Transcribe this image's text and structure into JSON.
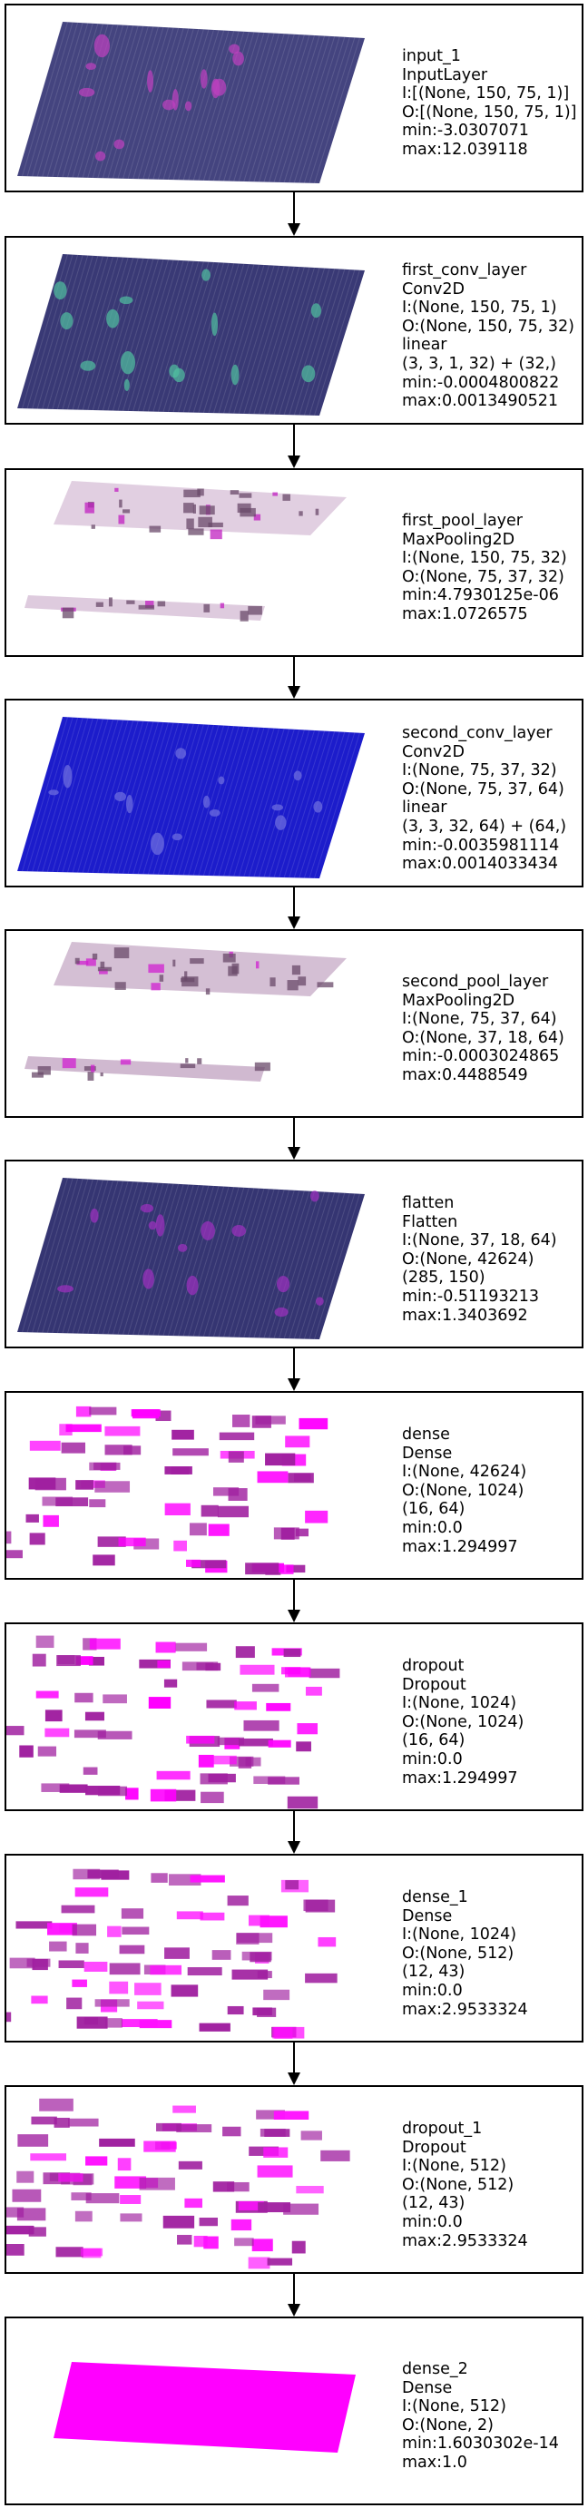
{
  "layers": [
    {
      "name": "input_1",
      "type": "InputLayer",
      "lines": [
        "input_1",
        "InputLayer",
        "I:[(None, 150, 75, 1)]",
        "O:[(None, 150, 75, 1)]",
        "min:-3.0307071",
        "max:12.039118"
      ],
      "fill": "#3a3a78",
      "accent": "#c040c0",
      "style": "grid"
    },
    {
      "name": "first_conv_layer",
      "type": "Conv2D",
      "lines": [
        "first_conv_layer",
        "Conv2D",
        "I:(None, 150, 75, 1)",
        "O:(None, 150, 75, 32)",
        "linear",
        "(3, 3, 1, 32) + (32,)",
        "min:-0.0004800822",
        "max:0.0013490521"
      ],
      "fill": "#2e2e6e",
      "accent": "#50c0a0",
      "style": "grid"
    },
    {
      "name": "first_pool_layer",
      "type": "MaxPooling2D",
      "lines": [
        "first_pool_layer",
        "MaxPooling2D",
        "I:(None, 150, 75, 32)",
        "O:(None, 75, 37, 32)",
        "min:4.7930125e-06",
        "max:1.0726575"
      ],
      "fill": "#c8a8c8",
      "accent": "#c020c0",
      "style": "sparse"
    },
    {
      "name": "second_conv_layer",
      "type": "Conv2D",
      "lines": [
        "second_conv_layer",
        "Conv2D",
        "I:(None, 75, 37, 32)",
        "O:(None, 75, 37, 64)",
        "linear",
        "(3, 3, 32, 64) + (64,)",
        "min:-0.0035981114",
        "max:0.0014033434"
      ],
      "fill": "#1010c8",
      "accent": "#7070e0",
      "style": "grid"
    },
    {
      "name": "second_pool_layer",
      "type": "MaxPooling2D",
      "lines": [
        "second_pool_layer",
        "MaxPooling2D",
        "I:(None, 75, 37, 64)",
        "O:(None, 37, 18, 64)",
        "min:-0.0003024865",
        "max:0.4488549"
      ],
      "fill": "#b08ab0",
      "accent": "#d020d0",
      "style": "sparse"
    },
    {
      "name": "flatten",
      "type": "Flatten",
      "lines": [
        "flatten",
        "Flatten",
        "I:(None, 37, 18, 64)",
        "O:(None, 42624)",
        "(285, 150)",
        "min:-0.51193213",
        "max:1.3403692"
      ],
      "fill": "#2a2a6a",
      "accent": "#a030c0",
      "style": "grid"
    },
    {
      "name": "dense",
      "type": "Dense",
      "lines": [
        "dense",
        "Dense",
        "I:(None, 42624)",
        "O:(None, 1024)",
        "(16, 64)",
        "min:0.0",
        "max:1.294997"
      ],
      "fill": "#a020a0",
      "accent": "#ff00ff",
      "style": "blocks"
    },
    {
      "name": "dropout",
      "type": "Dropout",
      "lines": [
        "dropout",
        "Dropout",
        "I:(None, 1024)",
        "O:(None, 1024)",
        "(16, 64)",
        "min:0.0",
        "max:1.294997"
      ],
      "fill": "#a020a0",
      "accent": "#ff00ff",
      "style": "blocks"
    },
    {
      "name": "dense_1",
      "type": "Dense",
      "lines": [
        "dense_1",
        "Dense",
        "I:(None, 1024)",
        "O:(None, 512)",
        "(12, 43)",
        "min:0.0",
        "max:2.9533324"
      ],
      "fill": "#a020a0",
      "accent": "#ff10ff",
      "style": "blocks"
    },
    {
      "name": "dropout_1",
      "type": "Dropout",
      "lines": [
        "dropout_1",
        "Dropout",
        "I:(None, 512)",
        "O:(None, 512)",
        "(12, 43)",
        "min:0.0",
        "max:2.9533324"
      ],
      "fill": "#a020a0",
      "accent": "#ff10ff",
      "style": "blocks"
    },
    {
      "name": "dense_2",
      "type": "Dense",
      "lines": [
        "dense_2",
        "Dense",
        "I:(None, 512)",
        "O:(None, 2)",
        "min:1.6030302e-14",
        "max:1.0"
      ],
      "fill": "#ff00ff",
      "accent": "#ff40ff",
      "style": "solid"
    }
  ]
}
